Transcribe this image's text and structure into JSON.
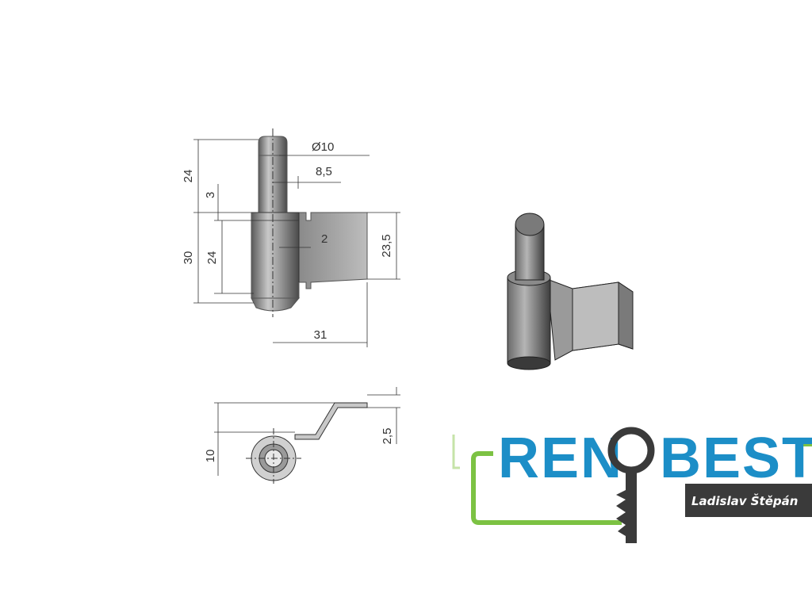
{
  "drawing": {
    "dims": {
      "pin_length": "24",
      "collar": "3",
      "body_height": "30",
      "knuckle_height": "24",
      "pin_diameter": "Ø10",
      "offset": "8,5",
      "gap": "2",
      "leaf_height": "23,5",
      "total_width": "31",
      "leaf_offset": "2,5",
      "section_height": "10"
    }
  },
  "logo": {
    "brand_left": "REN",
    "brand_right": "BEST",
    "owner": "Ladislav Štěpán",
    "colors": {
      "blue": "#1c8ec7",
      "green": "#7cc243",
      "dark": "#3a3a3a"
    }
  }
}
